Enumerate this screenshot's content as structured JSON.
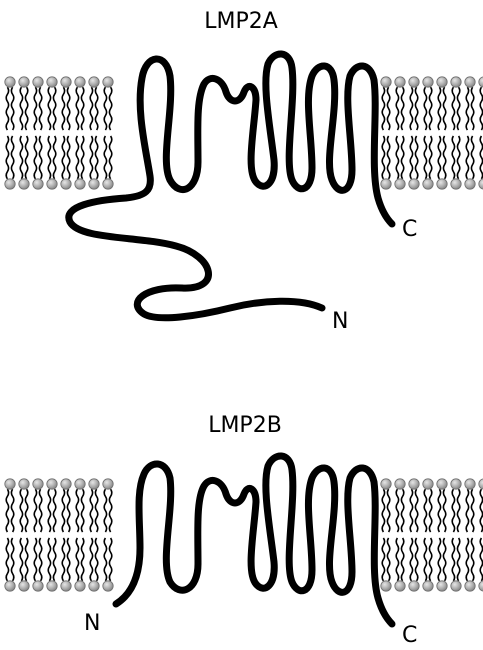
{
  "diagram": {
    "panels": [
      {
        "id": "lmp2a",
        "title": "LMP2A",
        "n_terminus": "N",
        "c_terminus": "C"
      },
      {
        "id": "lmp2b",
        "title": "LMP2B",
        "n_terminus": "N",
        "c_terminus": "C"
      }
    ],
    "colors": {
      "chain": "#000000",
      "lipid_head": "#a9a9a9",
      "lipid_tail": "#000000",
      "background": "#ffffff"
    }
  }
}
